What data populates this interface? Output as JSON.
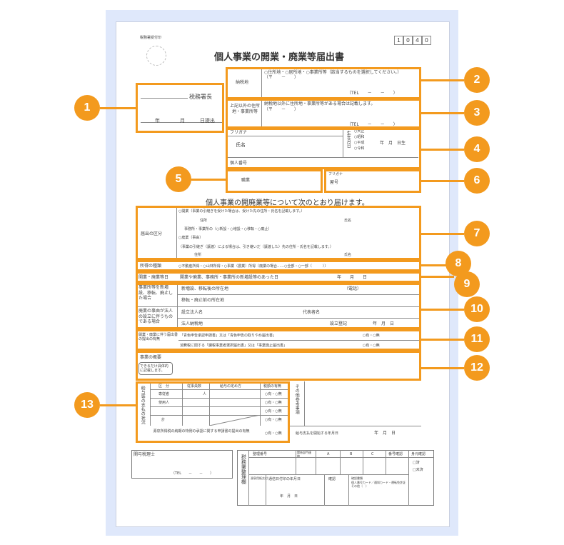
{
  "form": {
    "receipt_stamp": "税務署受付印",
    "form_number": [
      "1",
      "0",
      "4",
      "0"
    ],
    "title": "個人事業の開業・廃業等届出書",
    "tax_office_label": "税務署長",
    "date_label": [
      "年",
      "月",
      "日提出"
    ],
    "tax_place": {
      "label": "納税地",
      "options": "○住所地・○居所地・○事業所等（該当するものを選択してください。）",
      "postal": "（〒　　－　　）",
      "tel": "（TEL　　－　　－　　）"
    },
    "other_address": {
      "label": "上記以外の住所地・事業所等",
      "note": "納税地以外に住所地・事業所等がある場合は記載します。",
      "postal": "（〒　　－　　）",
      "tel": "（TEL　　－　　－　　）"
    },
    "furigana": "フリガナ",
    "name_label": "氏名",
    "birth_label": "生年月日",
    "eras": [
      "○大正",
      "○昭和",
      "○平成",
      "○令和"
    ],
    "birth_ymd": "年　月　日生",
    "my_number": "個人番号",
    "occupation": "職業",
    "furigana_small": "フリガナ",
    "shop_name": "屋号",
    "subtitle": "個人事業の開廃業等について次のとおり届けます。",
    "notification_type": {
      "label": "届出の区分",
      "line1": "○開業（事業の引継ぎを受けた場合は、受けた先の住所・氏名を記載します。）",
      "line2_addr": "住所",
      "line2_name": "氏名",
      "line3": "事務所・事業所の（○新設・○増設・○移転・○廃止）",
      "line4": "○廃業（事由）",
      "line5": "（事業の引継ぎ（譲渡）による場合は、引き継いだ（譲渡した）先の住所・氏名を記載します。）",
      "line6_addr": "住所",
      "line6_name": "氏名"
    },
    "income_type": {
      "label": "所得の種類",
      "value": "○不動産所得・○山林所得・○事業（農業）所得〔廃業の場合……○全部・○一部（　　　）〕"
    },
    "opening_date": {
      "label": "開業・廃業等日",
      "value": "開業や廃業、事務所・事業所の新増設等のあった日",
      "ymd": "年　　月　　日"
    },
    "office_change": {
      "label": "事業所等を新増設、移転、廃止した場合",
      "row1": "新増設、移転後の所在地",
      "row1_tel": "（電話）",
      "row2": "移転・廃止前の所在地"
    },
    "corporation": {
      "label": "廃業の事由が法人の設立に伴うものである場合",
      "row1": "設立法人名",
      "row1b": "代表者名",
      "row2": "法人納税地",
      "row2b": "設立登記",
      "row2c": "年　月　日"
    },
    "blue_return": {
      "label": "開業・廃業に伴う届出書の提出の有無",
      "row1": "「青色申告承認申請書」又は「青色申告の取りやめ届出書」",
      "row1v": "○有・○無",
      "row2": "消費税に関する「課税事業者選択届出書」又は「事業廃止届出書」",
      "row2v": "○有・○無"
    },
    "business_outline": {
      "label": "事業の概要",
      "note": "できるだけ具体的に記載します。"
    },
    "salary": {
      "label": "給与等の支払の状況",
      "headers": [
        "区　分",
        "従事員数",
        "給与の定め方",
        "税額の有無"
      ],
      "rows": [
        "専従者",
        "使用人",
        "",
        "計"
      ],
      "unit": "人",
      "yes_no": "○有・○無",
      "other": "その他参考事項",
      "special": "源泉所得税の納期の特例の承認に関する申請書の提出の有無",
      "special_v": "○有・○無",
      "pay_start": "給与支払を開始する年月日",
      "pay_start_v": "年　月　日"
    },
    "tax_accountant": "関与税理士",
    "tax_accountant_tel": "（TEL　　－　　－　　）",
    "office_section": {
      "label": "税務署整理欄",
      "headers": [
        "整理番号",
        "関係部門連絡",
        "A",
        "B",
        "C",
        "番号確認",
        "身元確認"
      ],
      "check": [
        "□済",
        "□未済"
      ],
      "row2": [
        "源泉用紙交付",
        "通信日付印の年月日",
        "確認",
        "確認書類"
      ],
      "row2_note": "個人番号カード／通知カード・運転免許証その他（　）",
      "row2_date": "年　月　日"
    }
  },
  "callouts": [
    "1",
    "2",
    "3",
    "4",
    "5",
    "6",
    "7",
    "8",
    "9",
    "10",
    "11",
    "12",
    "13"
  ],
  "colors": {
    "accent": "#f39a1e",
    "frame": "#dfe8fb"
  }
}
